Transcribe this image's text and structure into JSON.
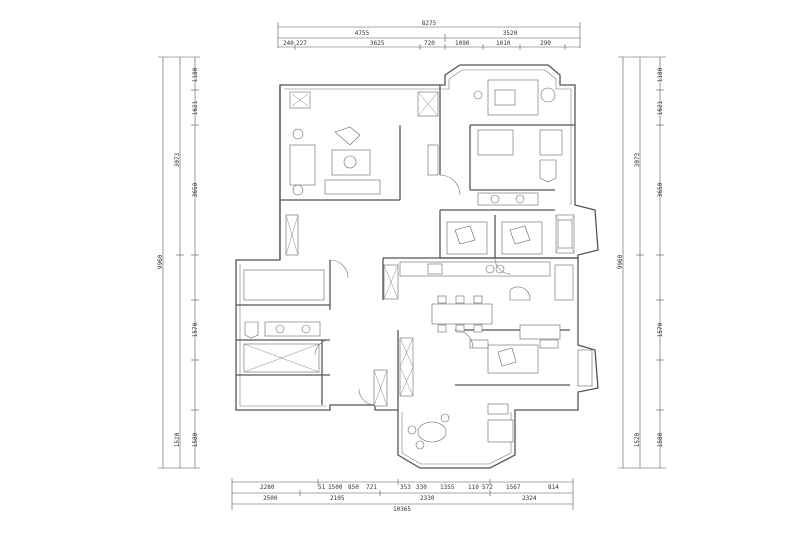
{
  "top_dimensions": {
    "overall": "8275",
    "row2": [
      "4755",
      "3520"
    ],
    "row3": [
      "240",
      "227",
      "3625",
      "720",
      "1090",
      "1010",
      "290"
    ]
  },
  "bottom_dimensions": {
    "row1": [
      "2280",
      "51",
      "1500",
      "850",
      "721",
      "353",
      "330",
      "1355",
      "110",
      "572",
      "1567",
      "814"
    ],
    "row2": [
      "2500",
      "2105",
      "2330",
      "2324"
    ],
    "overall": "10365"
  },
  "side_dimensions": {
    "overall": "9960",
    "segments": [
      "3073",
      "1520",
      "1180",
      "1621",
      "3650",
      "1570",
      "1580"
    ]
  }
}
